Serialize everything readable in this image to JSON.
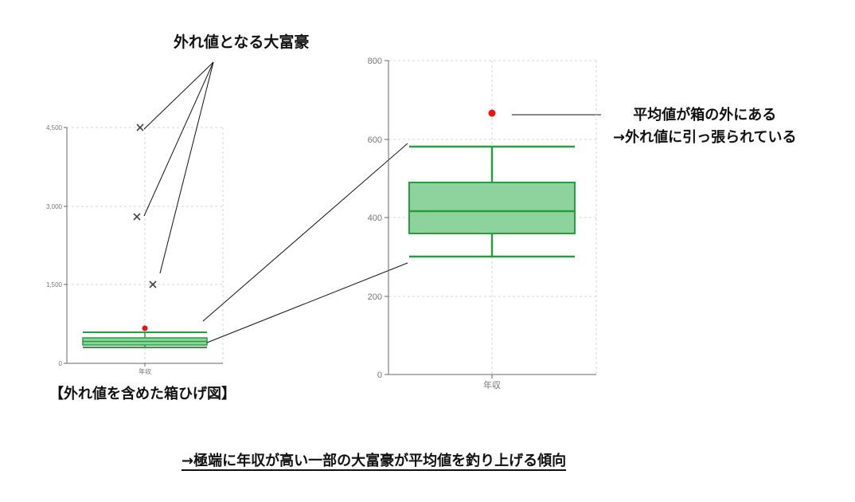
{
  "annotations": {
    "outliers_title": "外れ値となる大富豪",
    "mean_note_line1": "平均値が箱の外にある",
    "mean_note_line2": "→外れ値に引っ張られている",
    "left_caption": "【外れ値を含めた箱ひげ図】",
    "conclusion": "→極端に年収が高い一部の大富豪が平均値を釣り上げる傾向"
  },
  "colors": {
    "box_fill": "#8ed39e",
    "box_stroke": "#22a03f",
    "mean_dot": "#ee1111",
    "outlier_marker": "#444444",
    "grid": "#d5d5d5",
    "axis": "#666666"
  },
  "chart_data": [
    {
      "type": "box",
      "title": "【外れ値を含めた箱ひげ図】",
      "categories": [
        "年収"
      ],
      "xlabel": "",
      "ylabel": "",
      "ylim": [
        0,
        4500
      ],
      "yticks": [
        0,
        1500,
        3000,
        4500
      ],
      "ytick_labels": [
        "0",
        "1,500",
        "3,000",
        "4,500"
      ],
      "grid": true,
      "box": {
        "whisker_low": 300,
        "q1": 360,
        "median": 415,
        "q3": 490,
        "whisker_high": 580
      },
      "mean": 665,
      "outliers": [
        4500,
        2800,
        1500
      ]
    },
    {
      "type": "box",
      "title": "",
      "categories": [
        "年収"
      ],
      "xlabel": "",
      "ylabel": "",
      "ylim": [
        0,
        800
      ],
      "yticks": [
        0,
        200,
        400,
        600,
        800
      ],
      "ytick_labels": [
        "0",
        "200",
        "400",
        "600",
        "800"
      ],
      "grid": true,
      "box": {
        "whisker_low": 300,
        "q1": 360,
        "median": 415,
        "q3": 490,
        "whisker_high": 580
      },
      "mean": 665,
      "outliers": []
    }
  ]
}
